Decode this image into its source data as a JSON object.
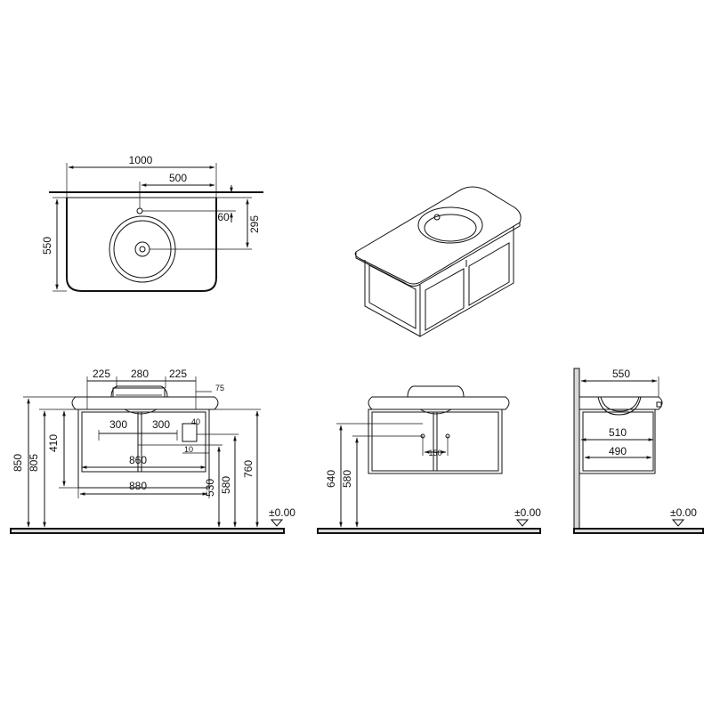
{
  "plan_view": {
    "width": "1000",
    "tap_offset": "500",
    "tap_setback": "60",
    "bowl_center": "295",
    "depth": "550"
  },
  "front_view": {
    "seg_left": "225",
    "seg_mid": "280",
    "seg_right": "225",
    "overhang": "75",
    "leg_left": "300",
    "leg_right": "300",
    "gap_40": "40",
    "gap_10": "10",
    "inner_width": "860",
    "outer_width": "880",
    "h_850": "850",
    "h_805": "805",
    "h_410": "410",
    "h_530": "530",
    "h_580": "580",
    "h_760": "760",
    "floor_label": "±0.00"
  },
  "front_view_2": {
    "h_640": "640",
    "h_580": "580",
    "offset_150": "150",
    "floor_label": "±0.00"
  },
  "side_view": {
    "depth": "550",
    "inner_510": "510",
    "inner_490": "490",
    "floor_label": "±0.00"
  }
}
